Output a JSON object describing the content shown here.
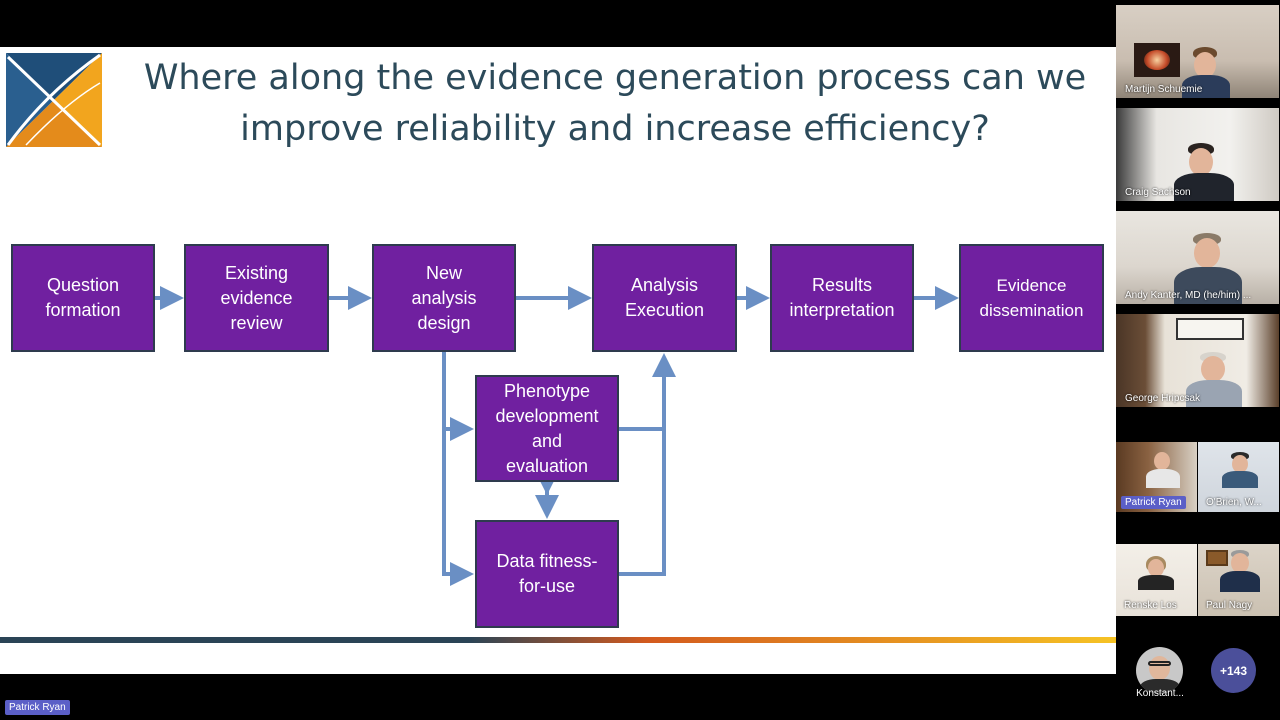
{
  "slide": {
    "title_line1": "Where along the evidence generation process can we",
    "title_line2": "improve reliability and increase efficiency?",
    "logo_icon": "ohdsi-logo-icon",
    "colors": {
      "box": "#7020a0",
      "arrow": "#6a8fc4",
      "title": "#2c4a5a"
    },
    "boxes": {
      "question_formation": "Question\nformation",
      "existing_review": "Existing\nevidence\nreview",
      "new_design": "New\nanalysis\ndesign",
      "analysis_execution": "Analysis\nExecution",
      "results_interpretation": "Results\ninterpretation",
      "evidence_dissemination": "Evidence\ndissemination",
      "phenotype": "Phenotype\ndevelopment\nand\nevaluation",
      "data_fitness": "Data fitness-\nfor-use"
    }
  },
  "participants": [
    {
      "name": "Martijn Schuemie"
    },
    {
      "name": "Craig Sachson"
    },
    {
      "name": "Andy Kanter, MD (he/him) ..."
    },
    {
      "name": "George Hripcsak"
    },
    {
      "name": "Patrick Ryan"
    },
    {
      "name": "O'Brien, W..."
    },
    {
      "name": "Renske Los"
    },
    {
      "name": "Paul Nagy"
    }
  ],
  "overflow": {
    "name": "Konstant...",
    "more_count": "+143"
  },
  "speaker": {
    "label": "Patrick Ryan"
  }
}
